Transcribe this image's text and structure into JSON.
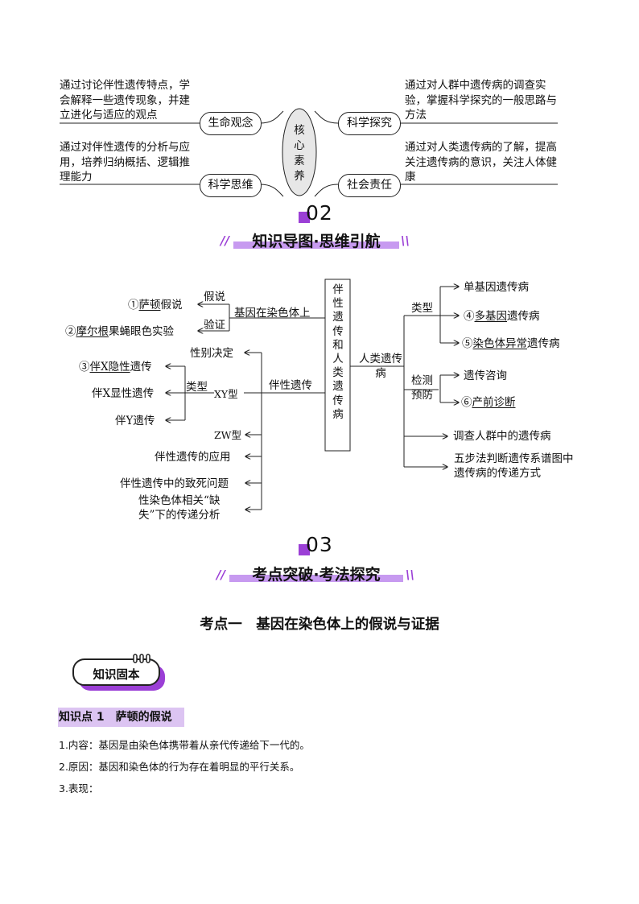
{
  "core": {
    "center": "核心素养",
    "life_concept": {
      "label": "生命观念",
      "text": "通过讨论伴性遗传特点，学会解释一些遗传现象，并建立进化与适应的观点"
    },
    "science_thinking": {
      "label": "科学思维",
      "text": "通过对伴性遗传的分析与应用，培养归纳概括、逻辑推理能力"
    },
    "science_inquiry": {
      "label": "科学探究",
      "text": "通过对人群中遗传病的调查实验，掌握科学探究的一般思路与方法"
    },
    "social_responsibility": {
      "label": "社会责任",
      "text": "通过对人类遗传病的了解，提高关注遗传病的意识，关注人体健康"
    }
  },
  "section02": {
    "number": "02",
    "title": "知识导图·思维引航"
  },
  "mindmap": {
    "center_box": "伴性遗传和人类遗传病",
    "gene_on_chromosome": "基因在染色体上",
    "hypothesis": "假说",
    "verification": "验证",
    "sutton_prefix": "①",
    "sutton": "萨顿",
    "sutton_suffix": "假说",
    "morgan_prefix": "②",
    "morgan": "摩尔根",
    "morgan_suffix": "果蝇眼色实验",
    "sex_linked": "伴性遗传",
    "sex_determination": "性别决定",
    "type": "类型",
    "xy_type": "XY型",
    "zw_type": "ZW型",
    "x_recessive_prefix": "③",
    "x_recessive": "伴X隐性",
    "x_recessive_suffix": "遗传",
    "x_dominant": "伴X显性遗传",
    "y_linked": "伴Y遗传",
    "application": "伴性遗传的应用",
    "lethal": "伴性遗传中的致死问题",
    "deletion": "性染色体相关“缺失”下的传递分析",
    "human_disease": "人类遗传病",
    "disease_type": "类型",
    "single_gene": "单基因遗传病",
    "multi_gene_prefix": "④",
    "multi_gene": "多基因",
    "multi_gene_suffix": "遗传病",
    "chromosome_prefix": "⑤",
    "chromosome": "染色体异常",
    "chromosome_suffix": "遗传病",
    "detect_prevent": "检测预防",
    "counseling": "遗传咨询",
    "prenatal_prefix": "⑥",
    "prenatal": "产前诊断",
    "survey": "调查人群中的遗传病",
    "five_step": "五步法判断遗传系谱图中遗传病的传递方式"
  },
  "section03": {
    "number": "03",
    "title": "考点突破·考法探究"
  },
  "exam_point": "考点一　基因在染色体上的假说与证据",
  "knowledge_tag": "知识固本",
  "kp1": {
    "label": "知识点 1　萨顿的假说"
  },
  "items": [
    "1.内容：基因是由染色体携带着从亲代传递给下一代的。",
    "2.原因：基因和染色体的行为存在着明显的平行关系。",
    "3.表现："
  ]
}
